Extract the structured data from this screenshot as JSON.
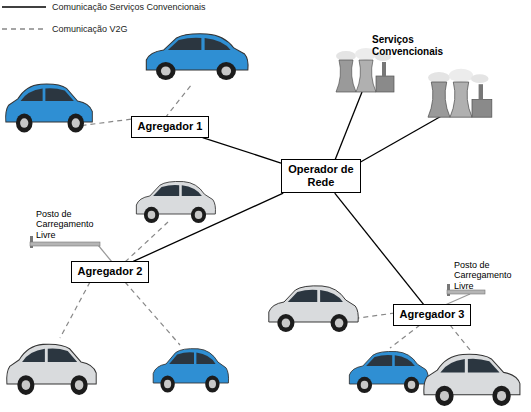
{
  "diagram": {
    "nodes": [
      {
        "text": [
          "Agregador 1"
        ]
      },
      {
        "text": [
          "Operador de Rede"
        ]
      },
      {
        "text": [
          "Agregador 2"
        ]
      },
      {
        "text": [
          "Agregador 3"
        ]
      }
    ],
    "edges": [
      {
        "from": 1,
        "to": 0,
        "arrow": "none"
      },
      {
        "from": 1,
        "to": 2,
        "arrow": "none"
      },
      {
        "from": 1,
        "to": 3,
        "arrow": "none"
      }
    ],
    "labels": [
      "Serviços Convencionais",
      "Posto de Carregamento Livre",
      "Posto de Carregamento Livre"
    ],
    "legend": [
      {
        "text": "Comunicação Serviços Convencionais"
      },
      {
        "text": "Comunicação V2G"
      }
    ]
  }
}
